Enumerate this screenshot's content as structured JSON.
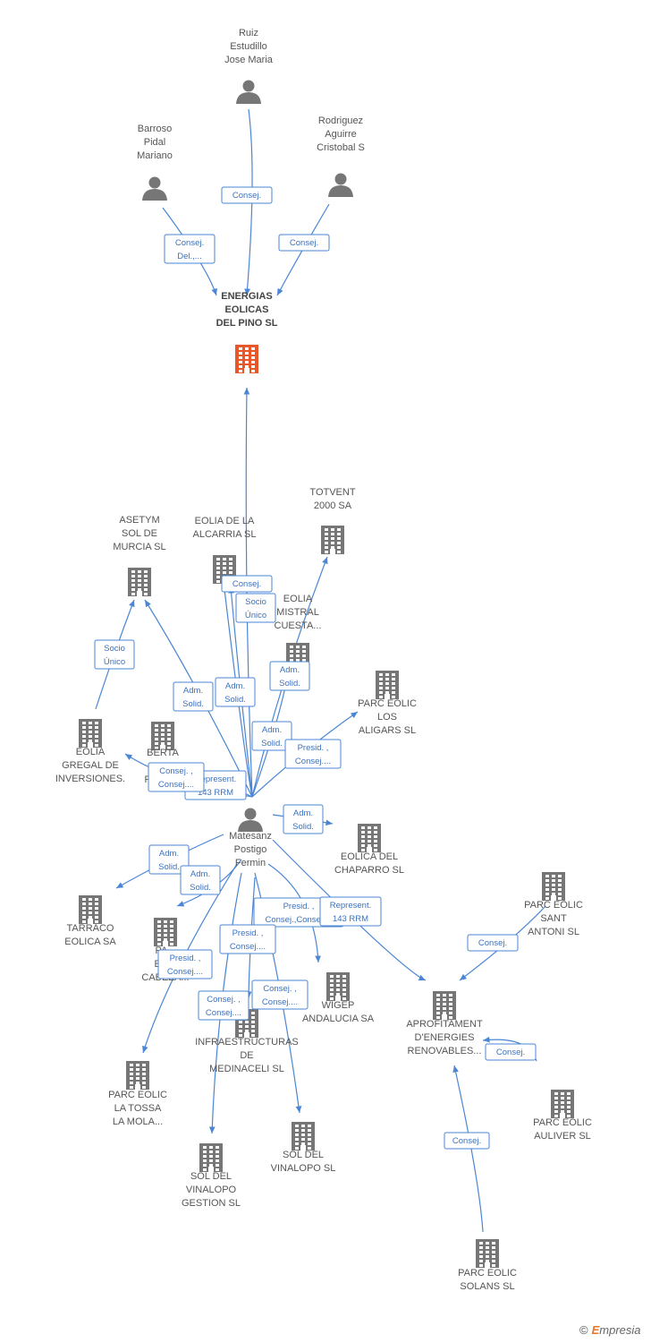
{
  "colors": {
    "edge": "#4a86d4",
    "company": "#767676",
    "person": "#767676",
    "main_company": "#e8562a"
  },
  "nodes": [
    {
      "id": "ruiz",
      "kind": "person",
      "label": [
        "Ruiz",
        "Estudillo",
        "Jose Maria"
      ]
    },
    {
      "id": "barroso",
      "kind": "person",
      "label": [
        "Barroso",
        "Pidal",
        "Mariano"
      ]
    },
    {
      "id": "rodriguez",
      "kind": "person",
      "label": [
        "Rodriguez",
        "Aguirre",
        "Cristobal S"
      ]
    },
    {
      "id": "energias",
      "kind": "main",
      "label": [
        "ENERGIAS",
        "EOLICAS",
        "DEL PINO SL"
      ]
    },
    {
      "id": "totvent",
      "kind": "company",
      "label": [
        "TOTVENT",
        "2000 SA"
      ]
    },
    {
      "id": "asetym",
      "kind": "company",
      "label": [
        "ASETYM",
        "SOL DE",
        "MURCIA SL"
      ]
    },
    {
      "id": "alcarria",
      "kind": "company",
      "label": [
        "EOLIA DE LA",
        "ALCARRIA SL"
      ]
    },
    {
      "id": "mistral",
      "kind": "company",
      "label": [
        "EOLIA",
        "MISTRAL",
        "CUESTA..."
      ]
    },
    {
      "id": "aligars",
      "kind": "company",
      "label": [
        "PARC EOLIC",
        "LOS",
        "ALIGARS SL"
      ]
    },
    {
      "id": "gregal",
      "kind": "company",
      "label": [
        "EOLIA",
        "GREGAL DE",
        "INVERSIONES."
      ]
    },
    {
      "id": "berta",
      "kind": "company",
      "label": [
        "BERTA",
        "EN...",
        "RENO..."
      ]
    },
    {
      "id": "matesanz",
      "kind": "person",
      "label": [
        "Matesanz",
        "Postigo",
        "Fermin"
      ]
    },
    {
      "id": "chaparro",
      "kind": "company",
      "label": [
        "EOLICA DEL",
        "CHAPARRO SL"
      ]
    },
    {
      "id": "tarraco",
      "kind": "company",
      "label": [
        "TARRACO",
        "EOLICA SA"
      ]
    },
    {
      "id": "cabeza",
      "kind": "company",
      "label": [
        "PA...",
        "EO...",
        "CABEZA..."
      ]
    },
    {
      "id": "santantoni",
      "kind": "company",
      "label": [
        "PARC EOLIC",
        "SANT",
        "ANTONI SL"
      ]
    },
    {
      "id": "wigep",
      "kind": "company",
      "label": [
        "WIGEP",
        "ANDALUCIA SA"
      ]
    },
    {
      "id": "aprofitament",
      "kind": "company",
      "label": [
        "APROFITAMENT",
        "D'ENERGIES",
        "RENOVABLES..."
      ]
    },
    {
      "id": "medinaceli",
      "kind": "company",
      "label": [
        "INFRAESTRUCTURAS",
        "DE",
        "MEDINACELI SL"
      ]
    },
    {
      "id": "tossa",
      "kind": "company",
      "label": [
        "PARC EOLIC",
        "LA TOSSA",
        "LA MOLA..."
      ]
    },
    {
      "id": "auliver",
      "kind": "company",
      "label": [
        "PARC EOLIC",
        "AULIVER SL"
      ]
    },
    {
      "id": "vinalopo",
      "kind": "company",
      "label": [
        "SOL DEL",
        "VINALOPO SL"
      ]
    },
    {
      "id": "vinalopogestion",
      "kind": "company",
      "label": [
        "SOL DEL",
        "VINALOPO",
        "GESTION SL"
      ]
    },
    {
      "id": "solans",
      "kind": "company",
      "label": [
        "PARC EOLIC",
        "SOLANS SL"
      ]
    }
  ],
  "edges": [
    {
      "from": "ruiz",
      "to": "energias",
      "label": [
        "Consej."
      ]
    },
    {
      "from": "barroso",
      "to": "energias",
      "label": [
        "Consej.",
        "Del.,..."
      ]
    },
    {
      "from": "rodriguez",
      "to": "energias",
      "label": [
        "Consej."
      ]
    },
    {
      "from": "matesanz",
      "to": "energias",
      "label": [
        "Consej."
      ]
    },
    {
      "from": "matesanz",
      "to": "alcarria",
      "label": [
        "Socio",
        "Único"
      ]
    },
    {
      "from": "gregal",
      "to": "asetym",
      "label": [
        "Socio",
        "Único"
      ]
    },
    {
      "from": "matesanz",
      "to": "asetym",
      "label": [
        "Adm.",
        "Solid."
      ]
    },
    {
      "from": "matesanz",
      "to": "alcarria",
      "label": [
        "Adm.",
        "Solid."
      ]
    },
    {
      "from": "matesanz",
      "to": "mistral",
      "label": [
        "Adm.",
        "Solid."
      ]
    },
    {
      "from": "matesanz",
      "to": "totvent",
      "label": [
        "Adm.",
        "Solid."
      ]
    },
    {
      "from": "matesanz",
      "to": "aligars",
      "label": [
        "Presid. ,",
        "Consej...."
      ]
    },
    {
      "from": "matesanz",
      "to": "berta",
      "label": [
        "Represent.",
        "143 RRM"
      ]
    },
    {
      "from": "matesanz",
      "to": "gregal",
      "label": [
        "Consej. ,",
        "Consej...."
      ]
    },
    {
      "from": "matesanz",
      "to": "chaparro",
      "label": [
        "Adm.",
        "Solid."
      ]
    },
    {
      "from": "matesanz",
      "to": "tarraco",
      "label": [
        "Adm.",
        "Solid."
      ]
    },
    {
      "from": "matesanz",
      "to": "cabeza",
      "label": [
        "Adm.",
        "Solid."
      ]
    },
    {
      "from": "matesanz",
      "to": "wigep",
      "label": [
        "Presid. ,",
        "Consej.,Consej...."
      ]
    },
    {
      "from": "matesanz",
      "to": "aprofitament",
      "label": [
        "Represent.",
        "143 RRM"
      ]
    },
    {
      "from": "matesanz",
      "to": "medinaceli",
      "label": [
        "Presid. ,",
        "Consej...."
      ]
    },
    {
      "from": "matesanz",
      "to": "tossa",
      "label": [
        "Presid. ,",
        "Consej...."
      ]
    },
    {
      "from": "matesanz",
      "to": "vinalopogestion",
      "label": [
        "Consej. ,",
        "Consej...."
      ]
    },
    {
      "from": "matesanz",
      "to": "vinalopo",
      "label": [
        "Consej. ,",
        "Consej...."
      ]
    },
    {
      "from": "santantoni",
      "to": "aprofitament",
      "label": [
        "Consej."
      ]
    },
    {
      "from": "auliver",
      "to": "aprofitament",
      "label": [
        "Consej."
      ]
    },
    {
      "from": "solans",
      "to": "aprofitament",
      "label": [
        "Consej."
      ]
    }
  ],
  "footer": {
    "copyright": "©",
    "brand_e": "E",
    "brand_rest": "mpresia"
  }
}
